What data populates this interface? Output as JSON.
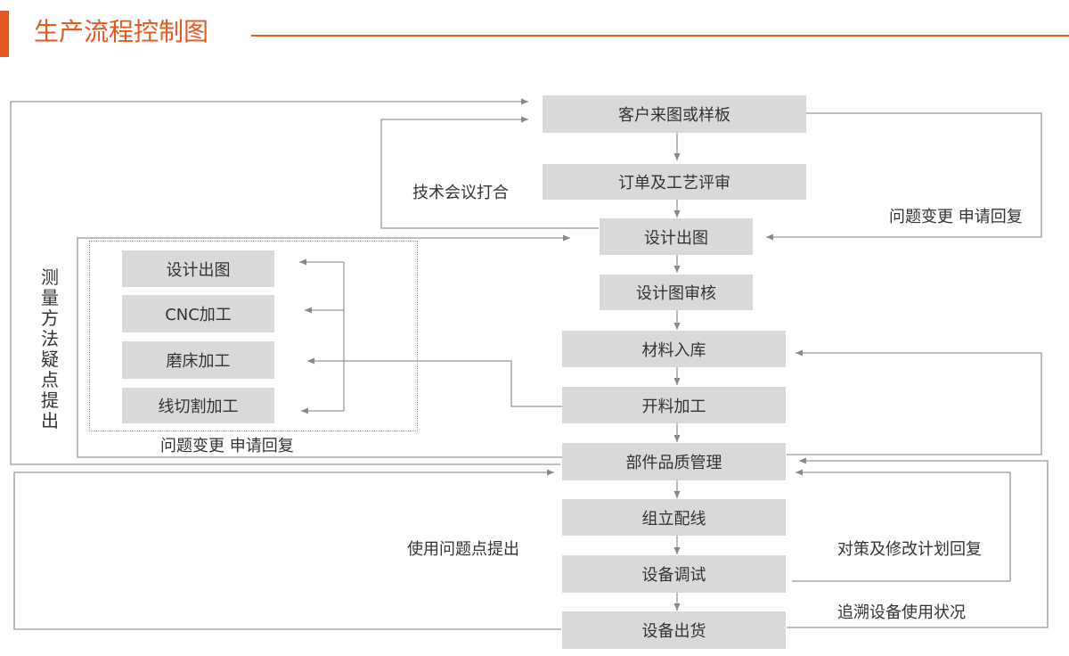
{
  "title": "生产流程控制图",
  "colors": {
    "accent": "#e3591f",
    "box_fill": "#d9d9d9",
    "line": "#999999",
    "text": "#333333"
  },
  "main_flow": {
    "customer_drawing": "客户来图或样板",
    "order_review": "订单及工艺评审",
    "design_drawing": "设计出图",
    "design_review": "设计图审核",
    "material_storage": "材料入库",
    "material_cutting": "开料加工",
    "parts_quality": "部件品质管理",
    "assembly_wiring": "组立配线",
    "equipment_debug": "设备调试",
    "equipment_shipping": "设备出货"
  },
  "process_group": {
    "items": [
      "设计出图",
      "CNC加工",
      "磨床加工",
      "线切割加工"
    ]
  },
  "labels": {
    "tech_meeting": "技术会议打合",
    "change_request_right": "问题变更  申请回复",
    "change_request_left": "问题变更  申请回复",
    "measurement_issue": "测量方法疑点提出",
    "usage_issue": "使用问题点提出",
    "countermeasure": "对策及修改计划回复",
    "trace_usage": "追溯设备使用状况"
  }
}
